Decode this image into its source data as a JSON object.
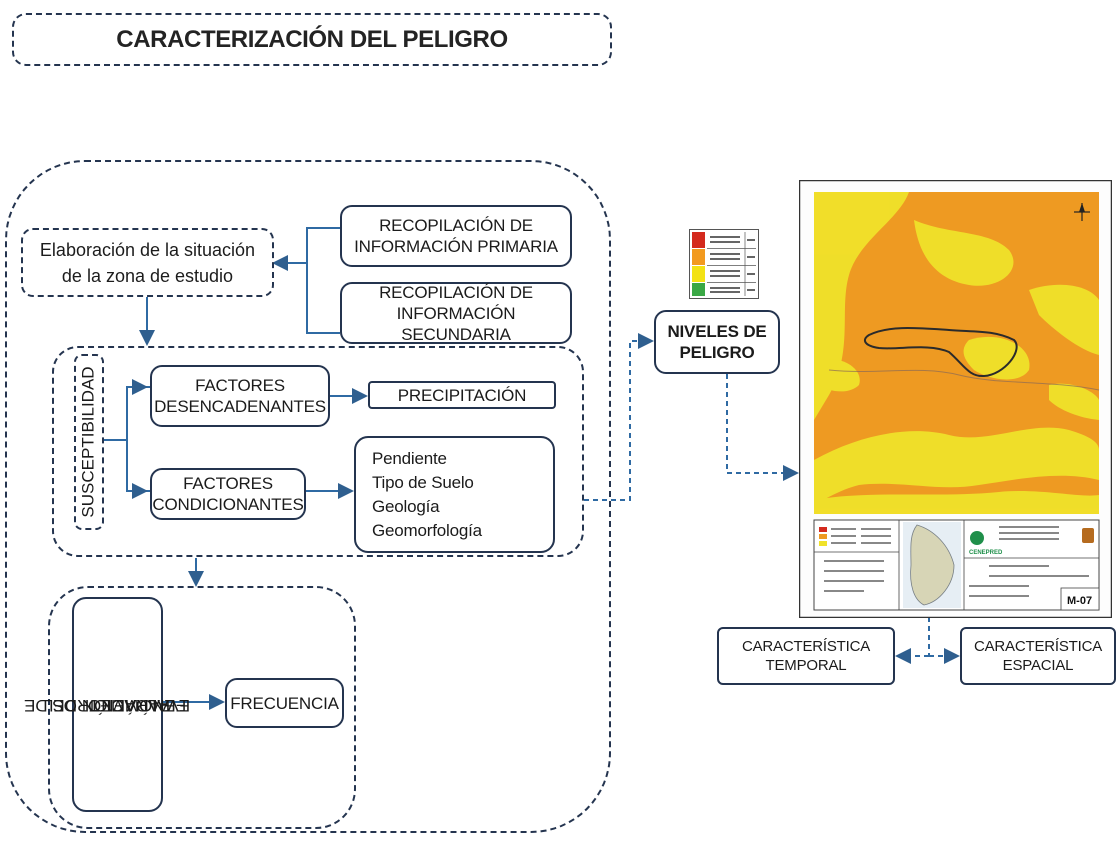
{
  "header": {
    "title": "CARACTERIZACIÓN DEL PELIGRO"
  },
  "nodes": {
    "elaboracion": [
      "Elaboración de la situación",
      "de la zona de estudio"
    ],
    "info_primaria": [
      "RECOPILACIÓN DE",
      "INFORMACIÓN PRIMARIA"
    ],
    "info_secundaria": [
      "RECOPILACIÓN DE",
      "INFORMACIÓN SECUNDARIA"
    ],
    "susceptibilidad": "SUSCEPTIBILIDAD",
    "desencadenantes": [
      "FACTORES",
      "DESENCADENANTES"
    ],
    "precipitacion": "PRECIPITACIÓN",
    "condicionantes": [
      "FACTORES",
      "CONDICIONANTES"
    ],
    "condicionantes_list": [
      "Pendiente",
      "Tipo de Suelo",
      "Geología",
      "Geomorfología"
    ],
    "parametros": [
      "PARÁMETROS  DE",
      "EVALUACIÓN DEL",
      "FENÓMENO"
    ],
    "frecuencia": "FRECUENCIA",
    "niveles": [
      "NIVELES DE",
      "PELIGRO"
    ],
    "temporal": [
      "CARACTERÍSTICA",
      "TEMPORAL"
    ],
    "espacial": [
      "CARACTERÍSTICA",
      "ESPACIAL"
    ]
  },
  "map": {
    "code": "M-07",
    "logo_text": "CENEPRED",
    "legend_colors": [
      "#d42a1e",
      "#f29a1f",
      "#f3e214",
      "#3aa845"
    ],
    "hazard_colors": {
      "high": "#ee9a22",
      "medium": "#f0e22a",
      "frame": "#2b2b2b"
    }
  }
}
